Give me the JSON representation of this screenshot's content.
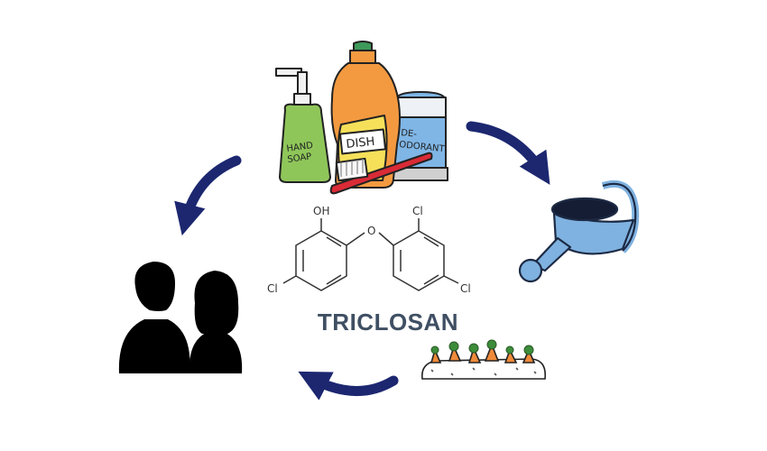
{
  "title": "TRICLOSAN",
  "products": {
    "hand_soap_label_1": "HAND",
    "hand_soap_label_2": "SOAP",
    "dish_label": "DISH",
    "deodorant_label_1": "DE-",
    "deodorant_label_2": "ODORANT"
  },
  "molecule": {
    "hydroxyl_label": "OH",
    "oxygen_label": "O",
    "chlorine_top_label": "Cl",
    "chlorine_left_label": "Cl",
    "chlorine_right_label": "Cl"
  },
  "colors": {
    "arrow": "#1c2770",
    "title": "#3f4f63",
    "soap": "#8fc65a",
    "dish_bottle": "#f39a40",
    "dish_label_fill": "#f6e05a",
    "deodorant": "#7fb6e6",
    "toothbrush": "#d92b36",
    "watering_can": "#7fb2e0",
    "carrot": "#ef8a3a",
    "silhouette": "#000000"
  },
  "cycle": [
    "products",
    "watering-can",
    "carrots",
    "people"
  ]
}
